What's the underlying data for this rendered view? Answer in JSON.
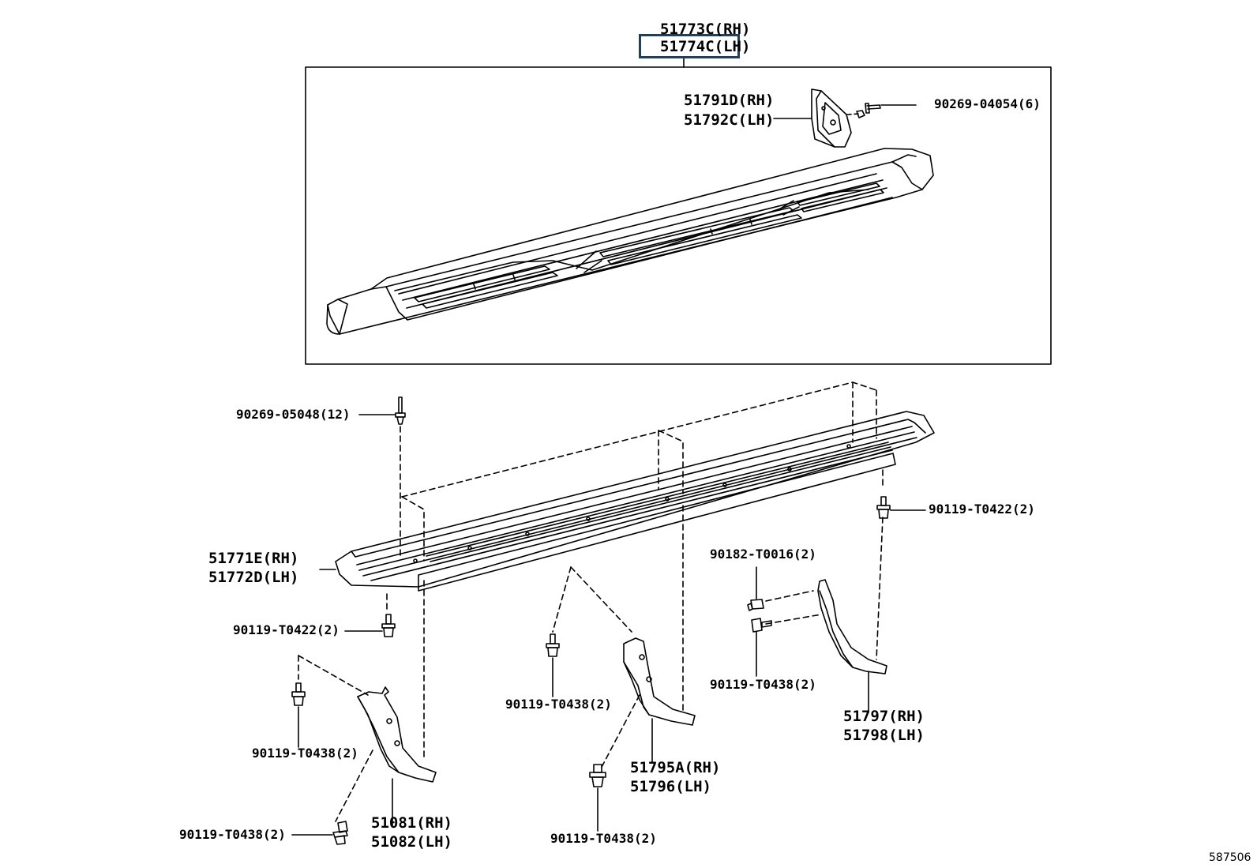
{
  "labels": {
    "top_rh": "51773C(RH)",
    "top_lh": "51774C(LH)",
    "plate_rh": "51791D(RH)",
    "plate_lh": "51792C(LH)",
    "bolt_plate": "90269-04054(6)",
    "clip": "90269-05048(12)",
    "bolt_right_top": "90119-T0422(2)",
    "rail_rh": "51771E(RH)",
    "rail_lh": "51772D(LH)",
    "nut_mid": "90182-T0016(2)",
    "bolt_left_top": "90119-T0422(2)",
    "bolt_mid_right": "90119-T0438(2)",
    "bolt_center": "90119-T0438(2)",
    "bracket_right_rh": "51797(RH)",
    "bracket_right_lh": "51798(LH)",
    "bolt_left_mid": "90119-T0438(2)",
    "bracket_center_rh": "51795A(RH)",
    "bracket_center_lh": "51796(LH)",
    "bolt_left_bottom": "90119-T0438(2)",
    "bracket_left_rh": "51081(RH)",
    "bracket_left_lh": "51082(LH)",
    "bolt_center_bottom": "90119-T0438(2)",
    "diagram_id": "587506"
  },
  "colors": {
    "line": "#000000",
    "highlight_border": "#1f3f5c",
    "background": "#ffffff"
  }
}
